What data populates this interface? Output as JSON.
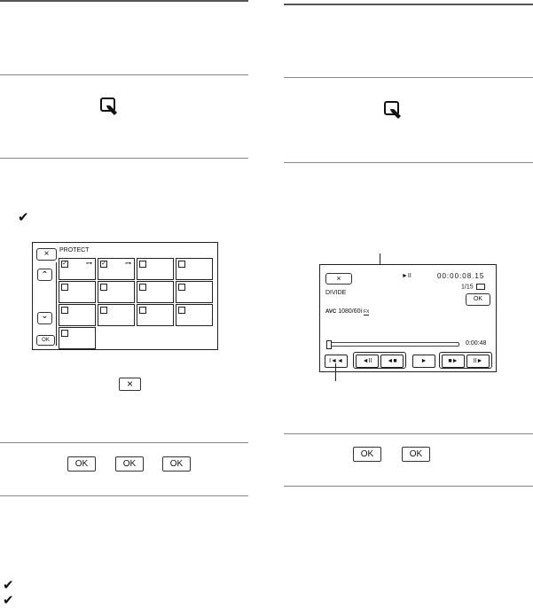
{
  "left": {
    "step3": {
      "check_glyph": "✔"
    },
    "protect_screen": {
      "title": "PROTECT",
      "close_glyph": "×",
      "up_glyph": "⌃",
      "down_glyph": "⌄",
      "ok_label": "OK",
      "check_glyph": "✓",
      "key_glyph": "⊶",
      "thumbnails": [
        {
          "checked": true,
          "protected": true
        },
        {
          "checked": true,
          "protected": true
        },
        {
          "checked": false,
          "protected": false
        },
        {
          "checked": false,
          "protected": false
        },
        {
          "checked": false,
          "protected": false
        },
        {
          "checked": false,
          "protected": false
        },
        {
          "checked": false,
          "protected": false
        },
        {
          "checked": false,
          "protected": false
        },
        {
          "checked": false,
          "protected": false
        },
        {
          "checked": false,
          "protected": false
        },
        {
          "checked": false,
          "protected": false
        },
        {
          "checked": false,
          "protected": false
        },
        {
          "checked": false,
          "protected": false
        }
      ]
    },
    "close_ref_glyph": "×",
    "step4": {
      "ok1": "OK",
      "ok2": "OK",
      "ok3": "OK"
    },
    "notes": {
      "check1": "✔",
      "check2": "✔"
    }
  },
  "right": {
    "divide_screen": {
      "close_glyph": "×",
      "playpause": "►II",
      "timecode": "00:00:08.15",
      "page": "1/15",
      "ok_label": "OK",
      "title": "DIVIDE",
      "format_logo": "AVC",
      "format_text": "1080/60i",
      "fx_badge": "FX",
      "end_time": "0:00:48",
      "controls": {
        "first": "I◄◄",
        "frame_back": "◄II",
        "slow_back": "◄■",
        "play": "►",
        "slow_fwd": "■►",
        "frame_fwd": "II►"
      }
    },
    "step_ok": {
      "ok1": "OK",
      "ok2": "OK"
    }
  }
}
